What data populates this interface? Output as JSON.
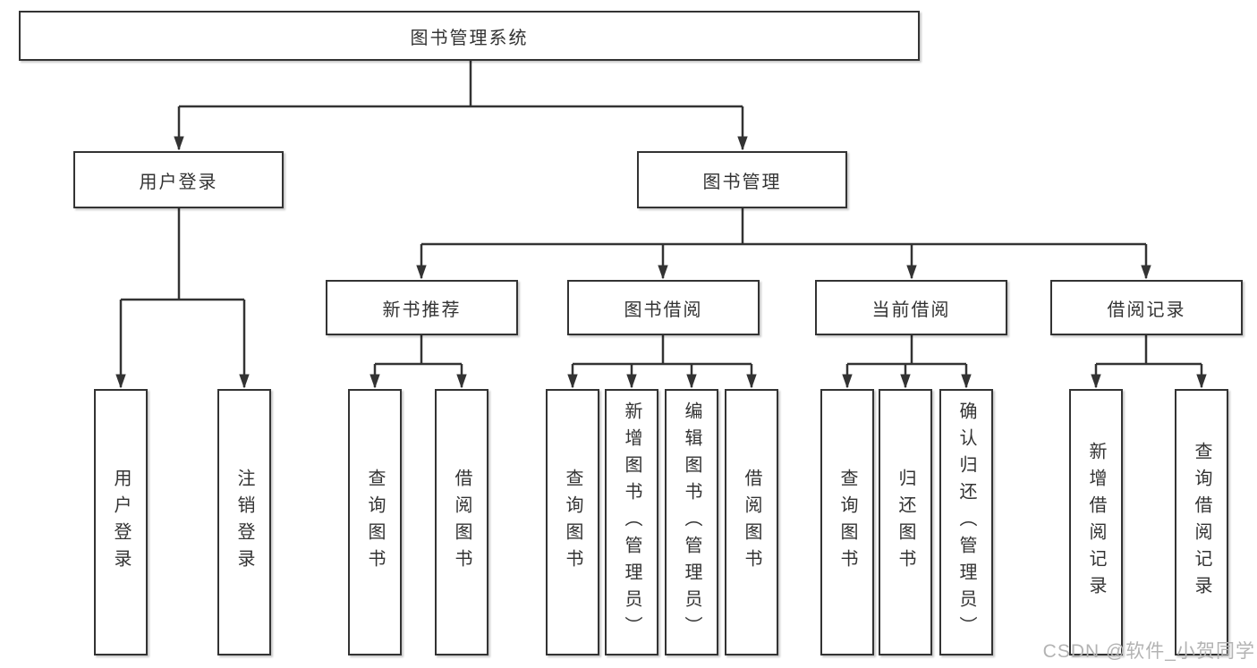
{
  "diagram": {
    "title": "图书管理系统",
    "level2": [
      {
        "label": "用户登录"
      },
      {
        "label": "图书管理"
      }
    ],
    "level3": [
      {
        "label": "新书推荐"
      },
      {
        "label": "图书借阅"
      },
      {
        "label": "当前借阅"
      },
      {
        "label": "借阅记录"
      }
    ],
    "leaves": {
      "login": [
        {
          "label": "用户登录"
        },
        {
          "label": "注销登录"
        }
      ],
      "recommend": [
        {
          "label": "查询图书"
        },
        {
          "label": "借阅图书"
        }
      ],
      "borrow": [
        {
          "label": "查询图书"
        },
        {
          "label": "新增图书（管理员）"
        },
        {
          "label": "编辑图书（管理员）"
        },
        {
          "label": "借阅图书"
        }
      ],
      "current": [
        {
          "label": "查询图书"
        },
        {
          "label": "归还图书"
        },
        {
          "label": "确认归还（管理员）"
        }
      ],
      "records": [
        {
          "label": "新增借阅记录"
        },
        {
          "label": "查询借阅记录"
        }
      ]
    }
  },
  "watermark": {
    "text": "CSDN @软件_小贺同学"
  },
  "colors": {
    "line": "#333333",
    "text": "#333333",
    "box_background": "#ffffff",
    "watermark": "#b3b3b3",
    "background": "#ffffff"
  }
}
